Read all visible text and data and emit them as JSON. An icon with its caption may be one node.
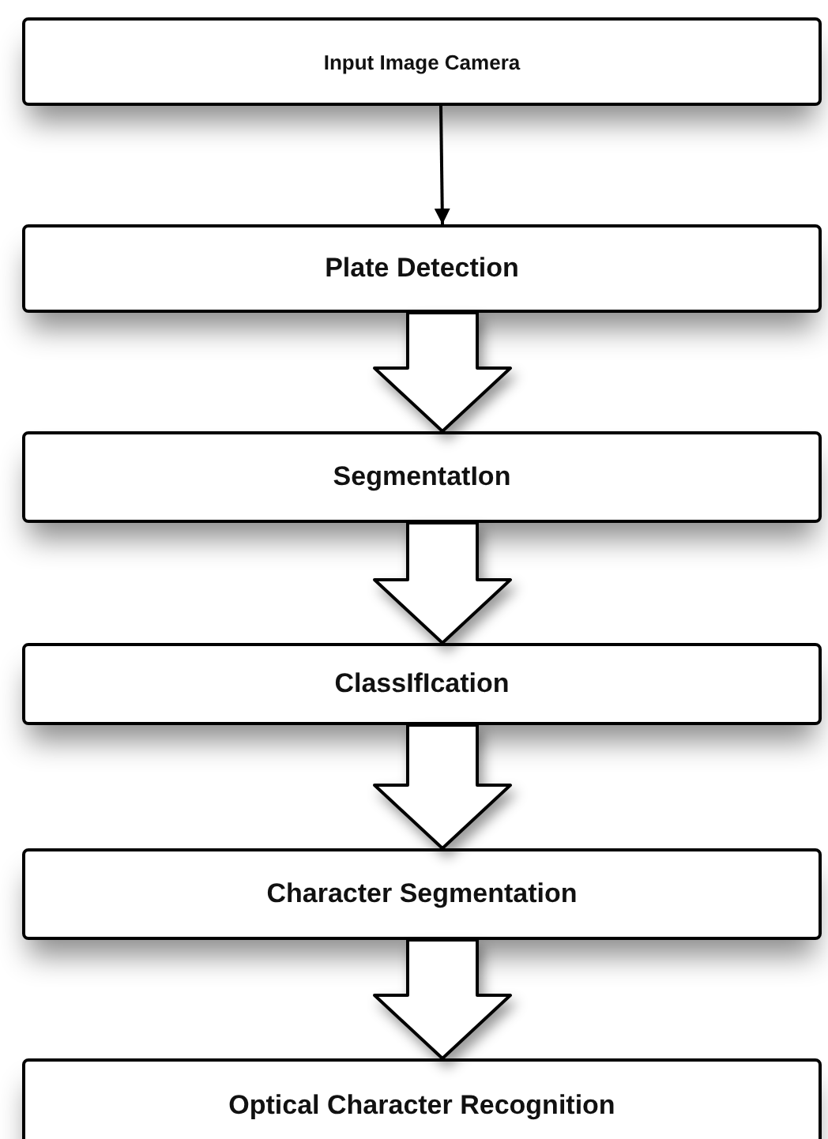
{
  "diagram": {
    "nodes": [
      {
        "text": [
          "Input Image Camera"
        ]
      },
      {
        "text": [
          "Plate Detection"
        ]
      },
      {
        "text": [
          "SegmentatIon"
        ]
      },
      {
        "text": [
          "ClassIfIcation"
        ]
      },
      {
        "text": [
          "Character Segmentation"
        ]
      },
      {
        "text": [
          "Optical Character Recognition"
        ]
      }
    ],
    "edges": [
      {
        "from": 0,
        "to": 1,
        "arrow": "to"
      },
      {
        "from": 1,
        "to": 2,
        "arrow": "to",
        "style": "thick"
      },
      {
        "from": 2,
        "to": 3,
        "arrow": "to",
        "style": "thick"
      },
      {
        "from": 3,
        "to": 4,
        "arrow": "to",
        "style": "thick"
      },
      {
        "from": 4,
        "to": 5,
        "arrow": "to",
        "style": "thick"
      }
    ]
  }
}
